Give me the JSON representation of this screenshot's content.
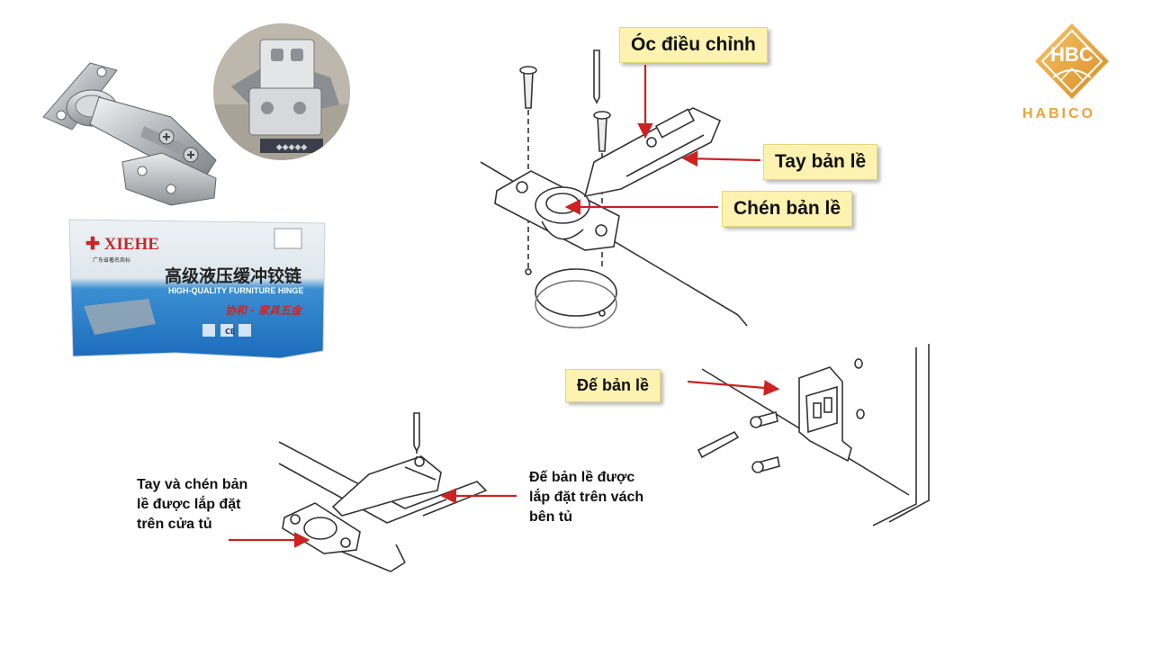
{
  "brand": {
    "logo_mark": "HBC",
    "name": "HABICO",
    "color": "#e8a33c"
  },
  "callouts": {
    "adjust_screw": "Óc điều chỉnh",
    "hinge_arm": "Tay bản lề",
    "hinge_cup": "Chén bản lề",
    "hinge_base": "Đế bản lề"
  },
  "captions": {
    "door_line1": "Tay và chén bản",
    "door_line2": "lề được lắp đặt",
    "door_line3": "trên cửa tủ",
    "side_line1": "Đế bản lề được",
    "side_line2": "lắp đặt trên vách",
    "side_line3": "bên tủ"
  },
  "package": {
    "logo": "XIEHE",
    "chinese_title": "高级液压缓冲铰链",
    "english_title": "HIGH-QUALITY FURNITURE HINGE",
    "maker": "广东省著名商标",
    "script_text": "协和 · 家具五金",
    "ce_mark": "CE"
  },
  "colors": {
    "callout_bg": "#fdf2b0",
    "arrow": "#cc2222",
    "line_art": "#333333"
  }
}
